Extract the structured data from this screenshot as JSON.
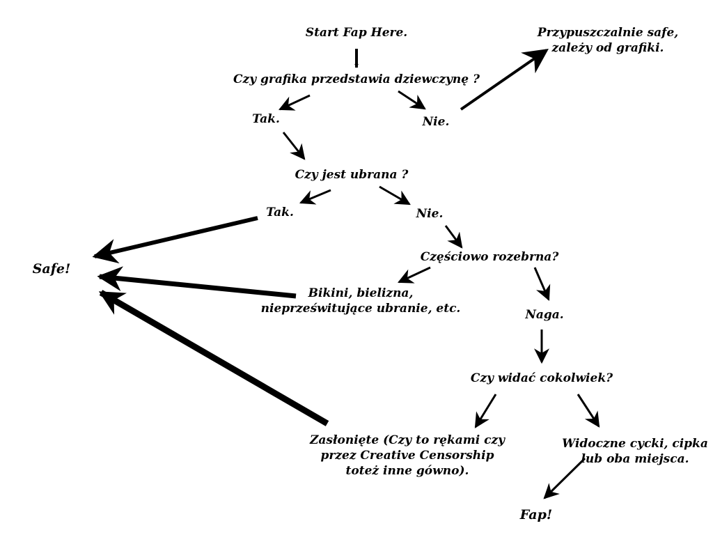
{
  "start": "Start Fap Here.",
  "q_girl": "Czy grafika przedstawia dziewczynę ?",
  "yes1": "Tak.",
  "no1": "Nie.",
  "safe_maybe": [
    "Przypuszczalnie safe,",
    "zależy od grafiki."
  ],
  "q_dressed": "Czy jest ubrana ?",
  "yes2": "Tak.",
  "no2": "Nie.",
  "safe": "Safe!",
  "q_partial": "Częściowo rozebrna?",
  "bikini": [
    "Bikini, bielizna,",
    "nieprześwitujące ubranie, etc."
  ],
  "naked": "Naga.",
  "q_visible": "Czy widać cokolwiek?",
  "covered": [
    "Zasłonięte (Czy to rękami czy",
    "przez Creative Censorship",
    "toteż inne gówno)."
  ],
  "visible": [
    "Widoczne cycki, cipka",
    "lub oba miejsca."
  ],
  "fap": "Fap!",
  "colors": {
    "ink": "#000000",
    "background": "#ffffff"
  }
}
